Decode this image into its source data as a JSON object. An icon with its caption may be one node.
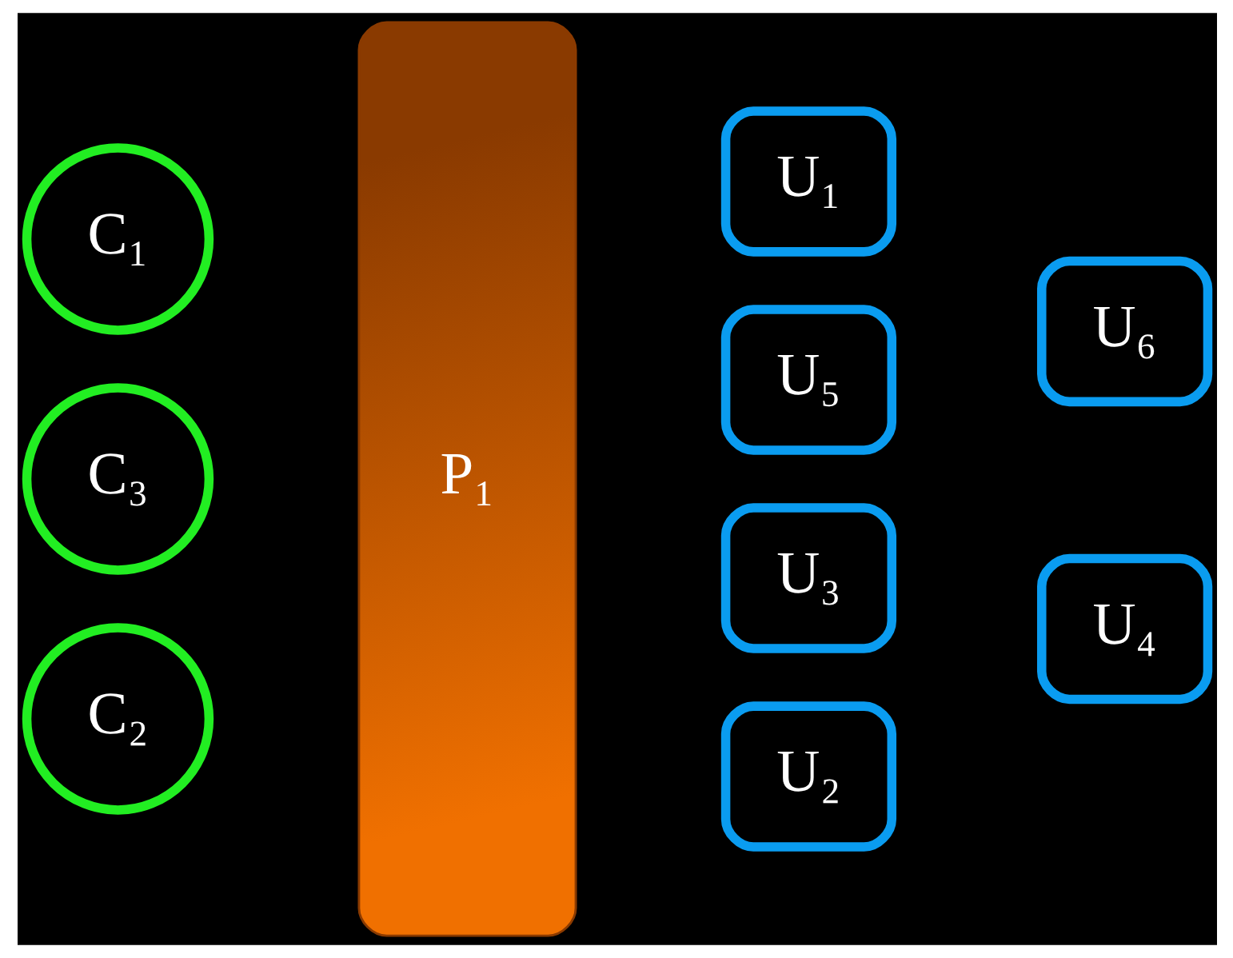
{
  "diagram": {
    "nodes": [
      {
        "text": [
          "C₁"
        ]
      },
      {
        "text": [
          "C₃"
        ]
      },
      {
        "text": [
          "C₂"
        ]
      },
      {
        "text": [
          "P₁"
        ]
      },
      {
        "text": [
          "U₁"
        ]
      },
      {
        "text": [
          "U₅"
        ]
      },
      {
        "text": [
          "U₃"
        ]
      },
      {
        "text": [
          "U₂"
        ]
      },
      {
        "text": [
          "U₆"
        ]
      },
      {
        "text": [
          "U₄"
        ]
      }
    ],
    "edges": []
  }
}
